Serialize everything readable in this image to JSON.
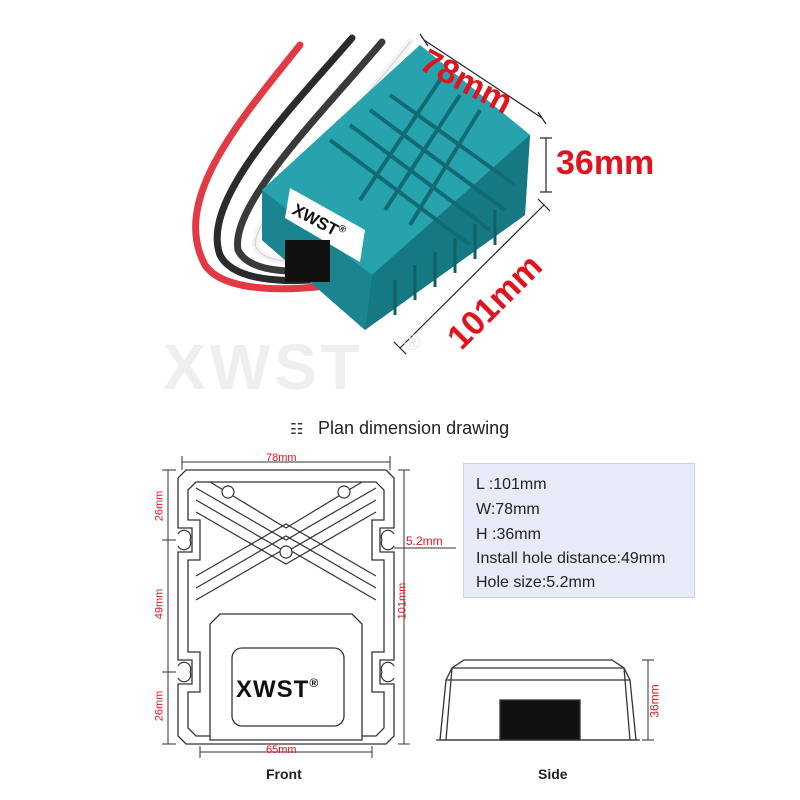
{
  "product": {
    "brand": "XWST",
    "registered_mark": "®"
  },
  "photo_dimensions": {
    "width": "78mm",
    "height": "36mm",
    "length": "101mm"
  },
  "watermark": {
    "text": "XWST",
    "mark": "®"
  },
  "drawing": {
    "title": "Plan dimension drawing",
    "title_icon": "list-icon",
    "front": {
      "caption": "Front",
      "top_width": "78mm",
      "bottom_width": "65mm",
      "left_top": "26mm",
      "left_middle": "49mm",
      "left_bottom": "26mm",
      "right_length": "101mm",
      "hole_size": "5.2mm",
      "label_brand": "XWST",
      "label_mark": "®"
    },
    "side": {
      "caption": "Side",
      "height": "36mm"
    }
  },
  "specs": {
    "items": [
      {
        "key": "L",
        "sep": " :",
        "value": "101mm"
      },
      {
        "key": "W",
        "sep": ":",
        "value": "78mm"
      },
      {
        "key": "H",
        "sep": " :",
        "value": "36mm"
      },
      {
        "key": "Install hole distance",
        "sep": ":",
        "value": "49mm"
      },
      {
        "key": "Hole size",
        "sep": ":",
        "value": "5.2mm"
      }
    ]
  },
  "colors": {
    "housing": "#1d8c96",
    "dimension_red": "#e0141e",
    "spec_box": "#e6ebf7"
  }
}
